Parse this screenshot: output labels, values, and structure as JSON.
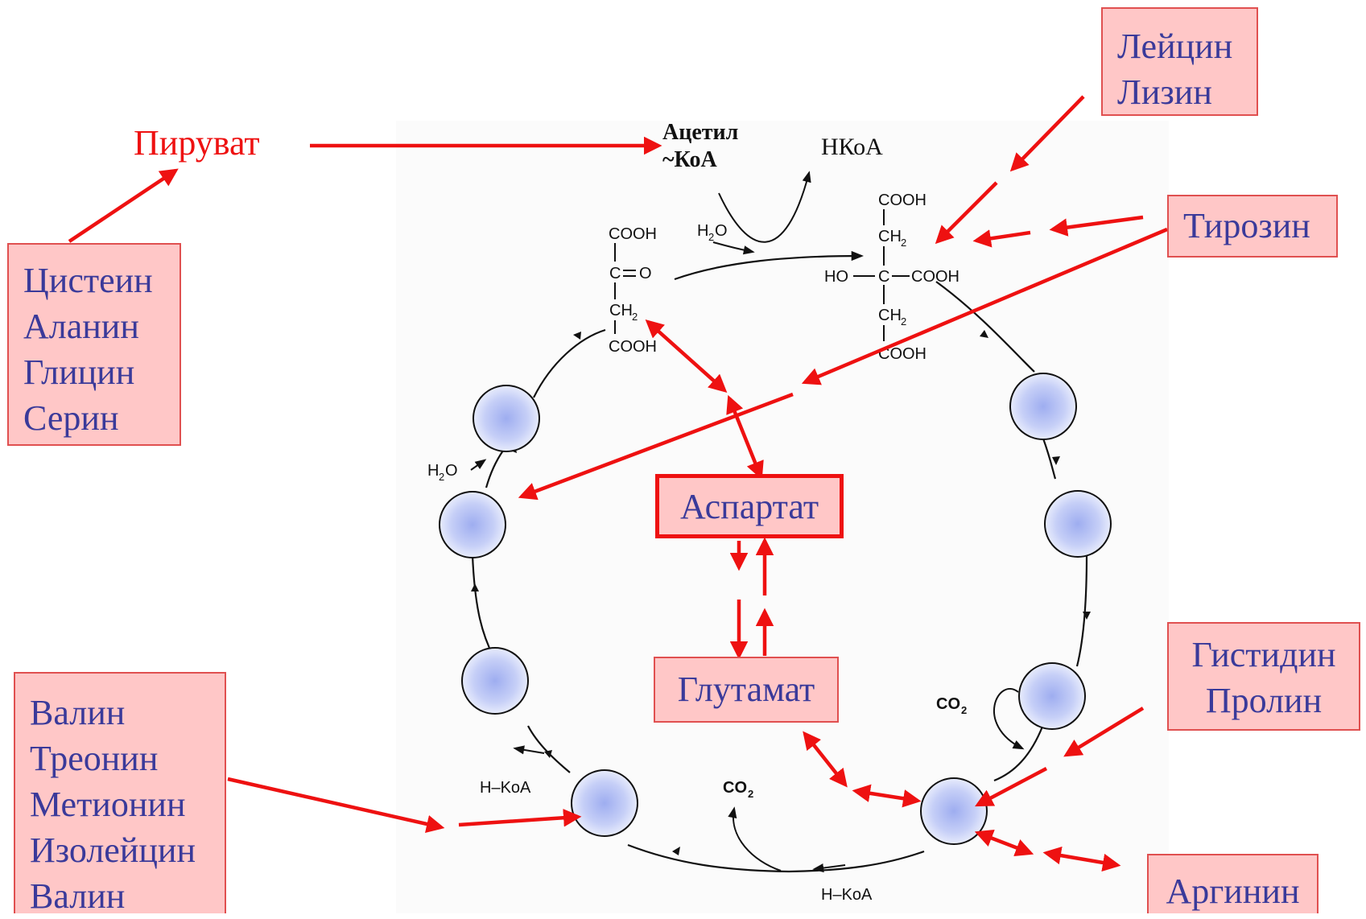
{
  "colors": {
    "red": "#ee1111",
    "box_fill": "#ffc7c7",
    "box_border": "#e05050",
    "text_blue": "#3a3a9a",
    "circle_fill": "#a9b6f2"
  },
  "pyruvate": "Пируват",
  "acetyl": [
    "Ацетил",
    "~КоА"
  ],
  "hkoa_top": "НКоА",
  "boxes": {
    "leucine_lysine": [
      "Лейцин",
      "Лизин"
    ],
    "tyrosine": [
      "Тирозин"
    ],
    "cysteine_group": [
      "Цистеин",
      "Аланин",
      "Глицин",
      "Серин"
    ],
    "aspartate": [
      "Аспартат"
    ],
    "glutamate": [
      "Глутамат"
    ],
    "histidine_proline": [
      "Гистидин",
      "Пролин"
    ],
    "valine_group": [
      "Валин",
      "Треонин",
      "Метионин",
      "Изолейцин",
      "Валин"
    ],
    "arginine": [
      "Аргинин"
    ]
  },
  "chem": {
    "oaa": {
      "cooh1": "COOH",
      "c": "C",
      "o": "O",
      "ch2": "CH",
      "sub2": "2",
      "cooh2": "COOH"
    },
    "citrate": {
      "cooh1": "COOH",
      "ch2a": "CH",
      "ho": "HO",
      "c": "C",
      "cooh_r": "COOH",
      "ch2b": "CH",
      "cooh2": "COOH",
      "sub2": "2"
    },
    "h2o_top": "H",
    "h2o_top_o": "O",
    "h2o_left": "H",
    "h2o_left_o": "O",
    "co2_right": "CO",
    "co2_bottom": "CO",
    "sub2": "2",
    "hkoa_left": "H–KoA",
    "hkoa_bottom": "H–KoA"
  }
}
